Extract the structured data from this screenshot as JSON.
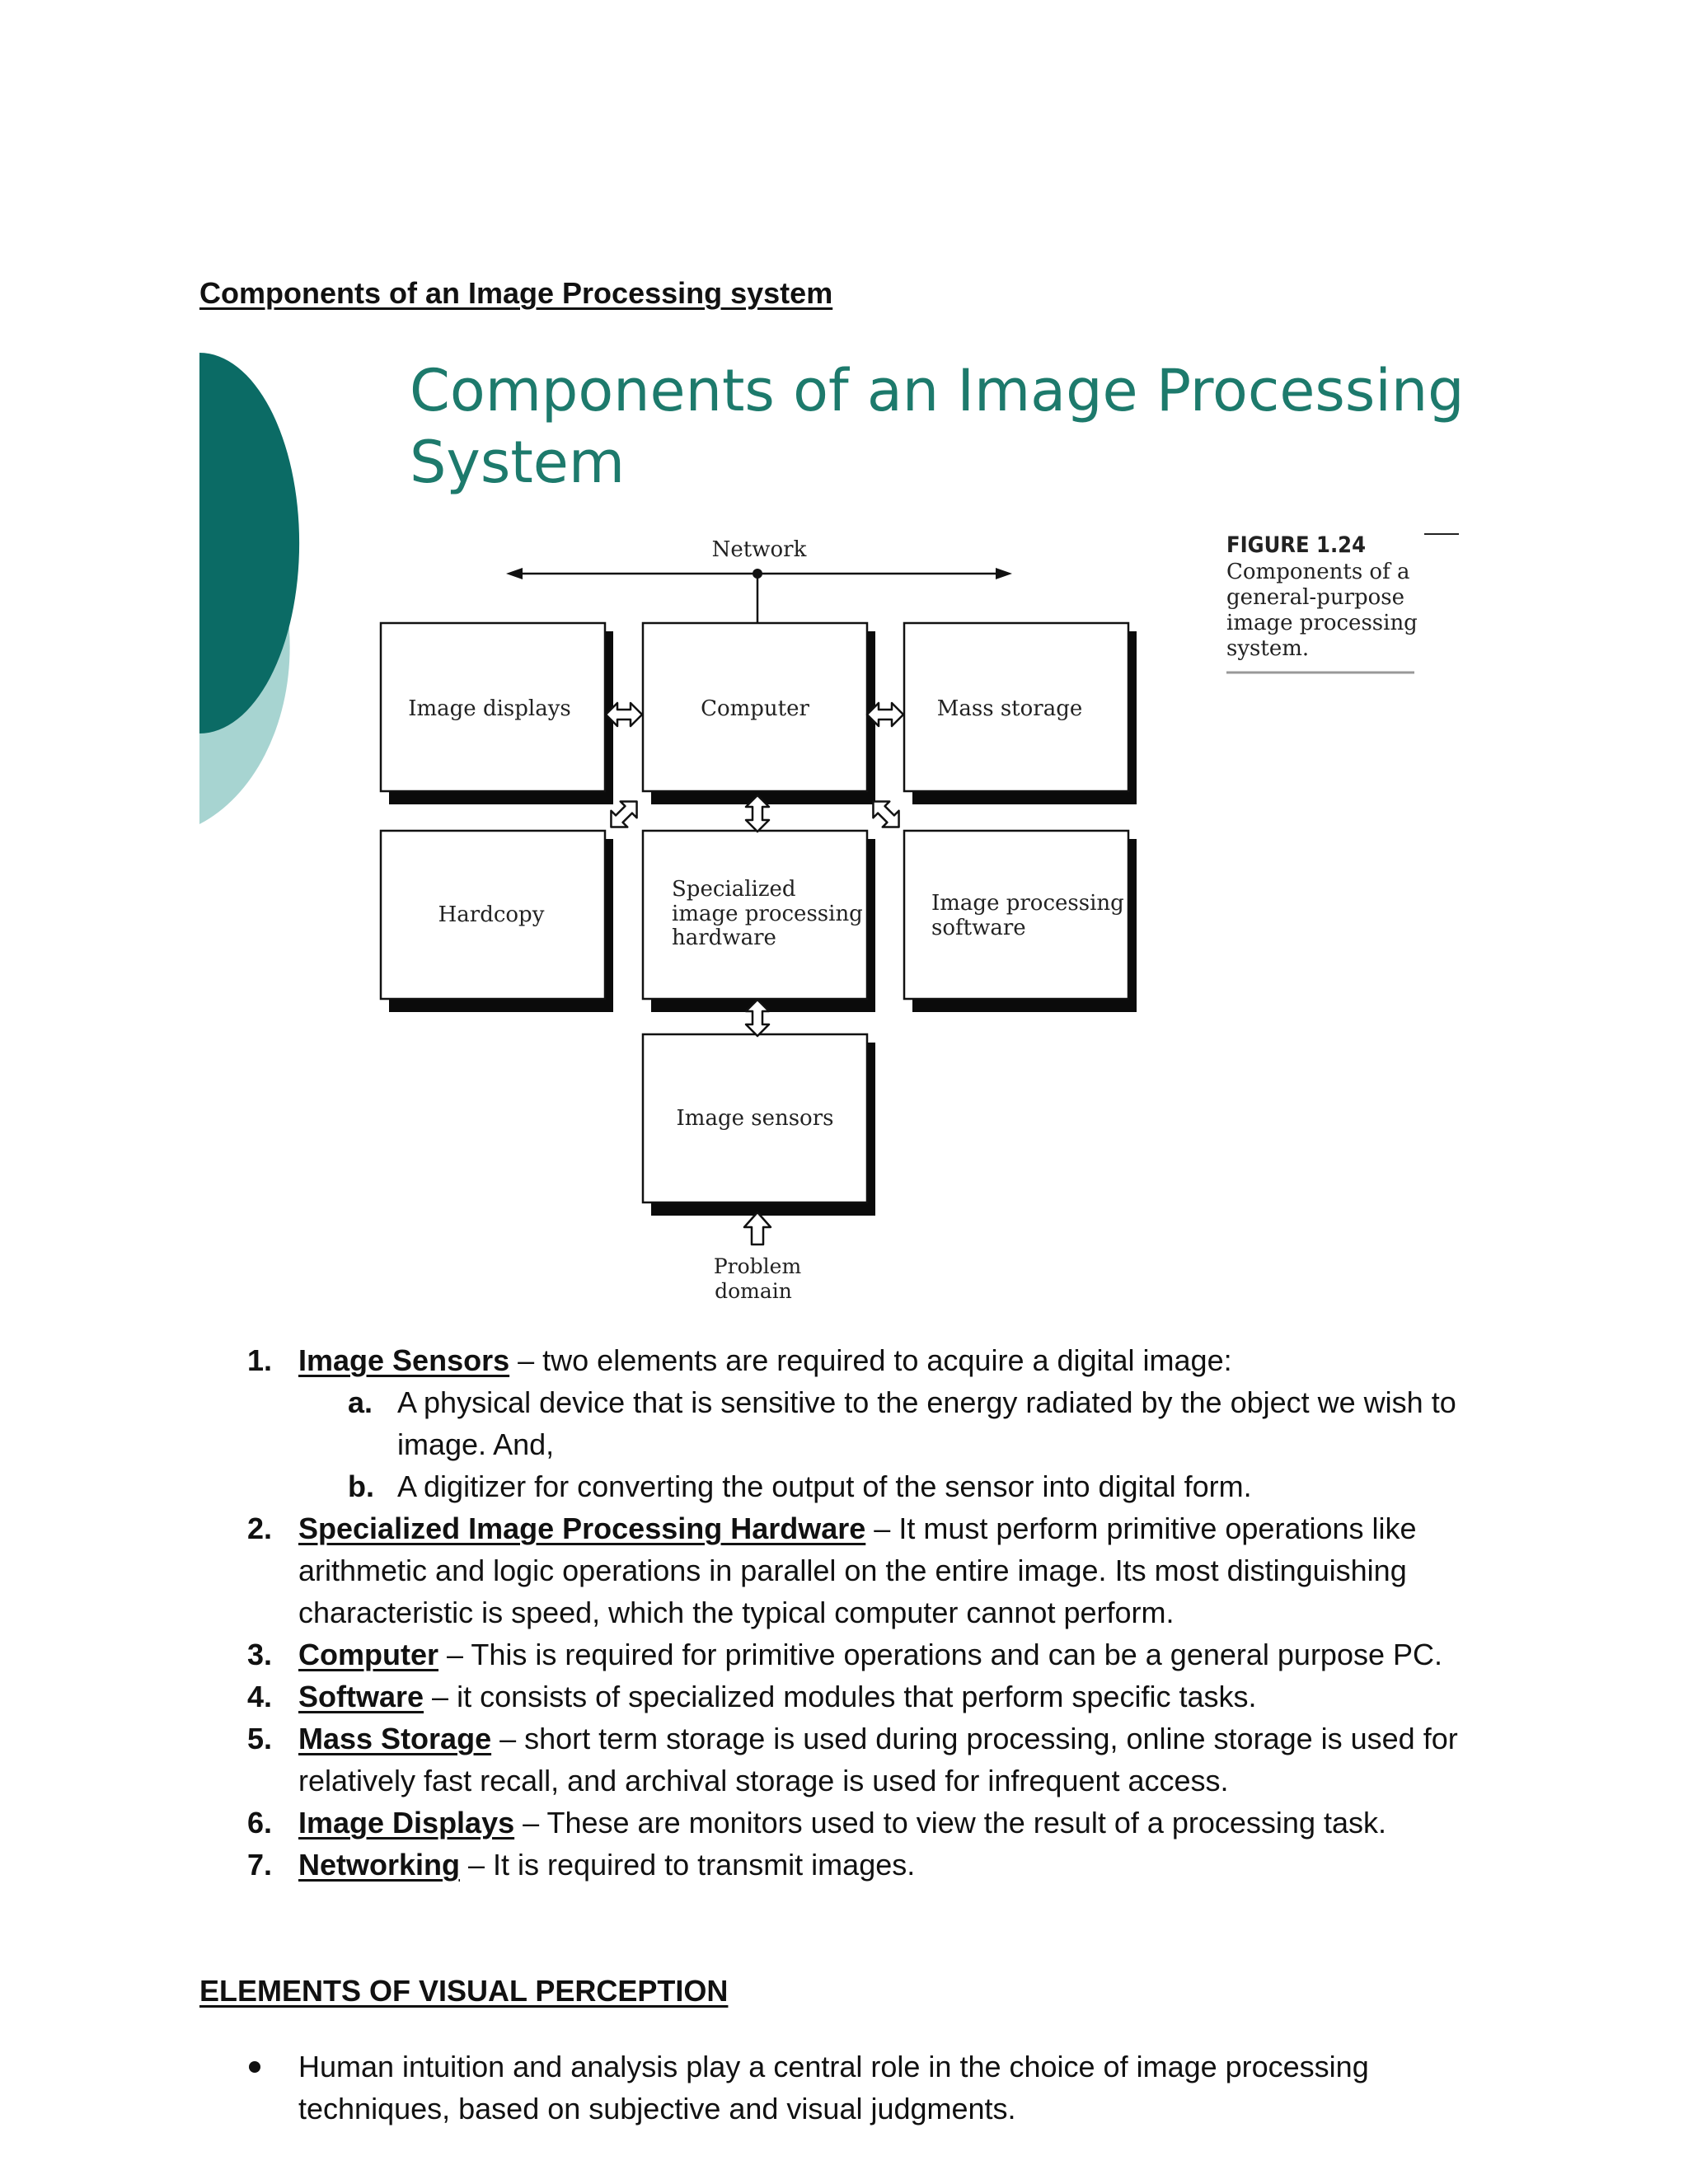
{
  "section1_heading": "Components of an Image Processing system",
  "figure": {
    "slide_title_line1": "Components of an Image Processing",
    "slide_title_line2": "System",
    "caption_title": "FIGURE 1.24",
    "caption_lines": [
      "Components of a",
      "general-purpose",
      "image processing",
      "system."
    ],
    "network_label": "Network",
    "boxes": {
      "image_displays": [
        "Image displays"
      ],
      "computer": [
        "Computer"
      ],
      "mass_storage": [
        "Mass storage"
      ],
      "hardcopy": [
        "Hardcopy"
      ],
      "specialized_hw": [
        "Specialized",
        "image processing",
        "hardware"
      ],
      "ip_software": [
        "Image processing",
        "software"
      ],
      "image_sensors": [
        "Image sensors"
      ]
    },
    "problem_domain": [
      "Problem",
      "domain"
    ],
    "colors": {
      "title_teal": "#1d7a6c",
      "dark_teal": "#0b6b65",
      "light_teal": "#a7d4d1"
    }
  },
  "components": [
    {
      "num": "1.",
      "term": "Image Sensors",
      "desc": " – two elements are required to acquire a digital image:",
      "sub": [
        {
          "letter": "a.",
          "text": "A physical device that is sensitive to the energy radiated by the object we wish to image. And,"
        },
        {
          "letter": "b.",
          "text": "A digitizer for converting the output of the sensor into digital form."
        }
      ]
    },
    {
      "num": "2.",
      "term": "Specialized Image Processing Hardware",
      "desc": " – It must perform primitive operations like arithmetic and logic operations in parallel on the entire image. Its most distinguishing characteristic is speed, which the typical computer cannot perform."
    },
    {
      "num": "3.",
      "term": "Computer",
      "desc": " – This is required for primitive operations and can be a general purpose PC."
    },
    {
      "num": "4.",
      "term": "Software",
      "desc": " – it consists of specialized modules that perform specific tasks."
    },
    {
      "num": "5.",
      "term": "Mass Storage",
      "desc": " – short term storage is used during processing, online storage is used for relatively fast recall, and archival storage is used for infrequent access."
    },
    {
      "num": "6.",
      "term": "Image Displays",
      "desc": " – These are monitors used to view the result of a processing task."
    },
    {
      "num": "7.",
      "term": "Networking",
      "desc": " – It is required to transmit images."
    }
  ],
  "section2_heading": "ELEMENTS OF VISUAL PERCEPTION",
  "bullets": [
    "Human intuition and analysis play a central role in the choice of image processing techniques, based on subjective and visual judgments."
  ]
}
